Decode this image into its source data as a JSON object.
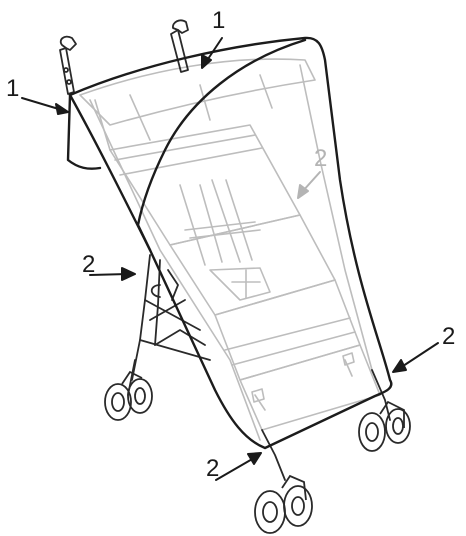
{
  "colors": {
    "cover_outline": "#1c1c1c",
    "stroller_line": "#bdbdbd",
    "chassis_line": "#2a2a2a",
    "arrow": "#1a1a1a",
    "arrow_light": "#b4b4b4",
    "background": "#ffffff"
  },
  "callouts": [
    {
      "id": "c1",
      "label": "1",
      "tone": "dark"
    },
    {
      "id": "c2",
      "label": "1",
      "tone": "dark"
    },
    {
      "id": "c3",
      "label": "2",
      "tone": "light"
    },
    {
      "id": "c4",
      "label": "2",
      "tone": "dark"
    },
    {
      "id": "c5",
      "label": "2",
      "tone": "dark"
    },
    {
      "id": "c6",
      "label": "2",
      "tone": "dark"
    }
  ]
}
